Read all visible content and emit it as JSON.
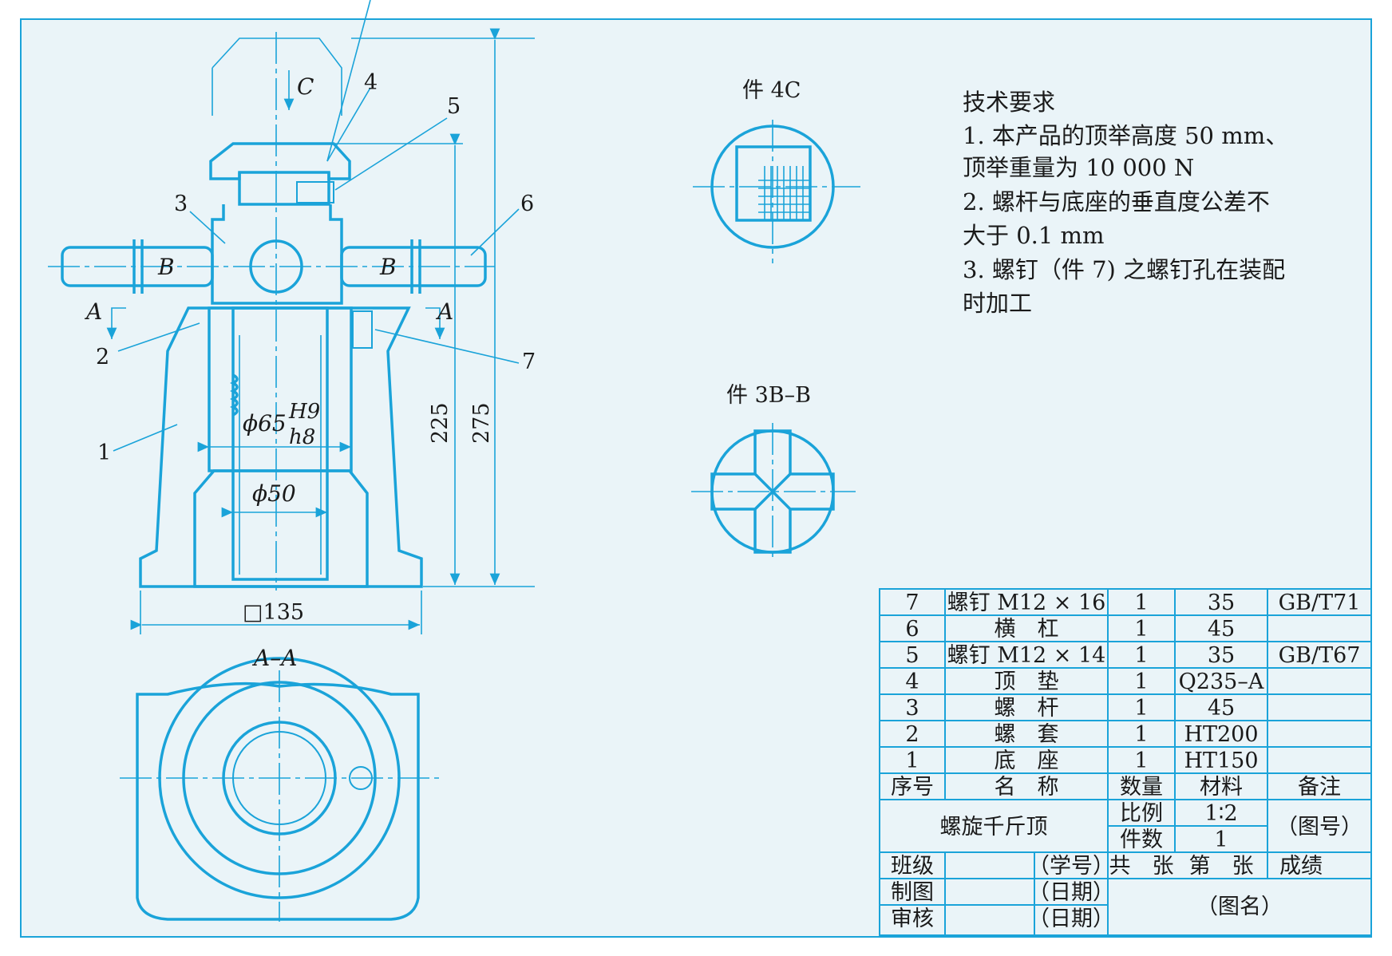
{
  "colors": {
    "paper": "#eaf4f8",
    "ink": "#1aa3d9",
    "text": "#1a1a1a",
    "hatch": "#1aa3d9"
  },
  "views": {
    "main": {
      "view_mark_c": "C",
      "section_marks": [
        "A",
        "A"
      ],
      "b_marks": [
        "B",
        "B"
      ],
      "balloons": [
        "1",
        "2",
        "3",
        "4",
        "5",
        "6",
        "7"
      ],
      "dims": {
        "d65": "ϕ65",
        "fit_hole": "H9",
        "fit_shaft": "h8",
        "d50": "ϕ50",
        "h225": "225",
        "h275": "275",
        "sq135": "□135"
      }
    },
    "section_aa": {
      "label": "A–A"
    },
    "part4c": {
      "label": "件 4C"
    },
    "part3bb": {
      "label": "件 3B–B"
    }
  },
  "tech_requirements": {
    "title": "技术要求",
    "lines": [
      "1. 本产品的顶举高度 50 mm、",
      "顶举重量为 10 000 N",
      "2. 螺杆与底座的垂直度公差不",
      "大于 0.1 mm",
      "3. 螺钉（件 7) 之螺钉孔在装配",
      "时加工"
    ]
  },
  "title_block": {
    "parts": [
      {
        "no": "7",
        "name": "螺钉 M12 × 16",
        "qty": "1",
        "material": "35",
        "note": "GB/T71"
      },
      {
        "no": "6",
        "name": "横　杠",
        "qty": "1",
        "material": "45",
        "note": ""
      },
      {
        "no": "5",
        "name": "螺钉 M12 × 14",
        "qty": "1",
        "material": "35",
        "note": "GB/T67"
      },
      {
        "no": "4",
        "name": "顶　垫",
        "qty": "1",
        "material": "Q235–A",
        "note": ""
      },
      {
        "no": "3",
        "name": "螺　杆",
        "qty": "1",
        "material": "45",
        "note": ""
      },
      {
        "no": "2",
        "name": "螺　套",
        "qty": "1",
        "material": "HT200",
        "note": ""
      },
      {
        "no": "1",
        "name": "底　座",
        "qty": "1",
        "material": "HT150",
        "note": ""
      }
    ],
    "headers": {
      "no": "序号",
      "name": "名　称",
      "qty": "数量",
      "material": "材料",
      "note": "备注"
    },
    "assembly_name": "螺旋千斤顶",
    "scale_label": "比例",
    "scale_value": "1∶2",
    "count_label": "件数",
    "count_value": "1",
    "drawing_no": "（图号）",
    "class_label": "班级",
    "student_no": "（学号）",
    "sheets_total": "共　张",
    "sheet_no": "第　张",
    "grade": "成绩",
    "drawn_label": "制图",
    "drawn_date": "（日期）",
    "check_label": "审核",
    "check_date": "（日期）",
    "drawing_name": "（图名）"
  }
}
